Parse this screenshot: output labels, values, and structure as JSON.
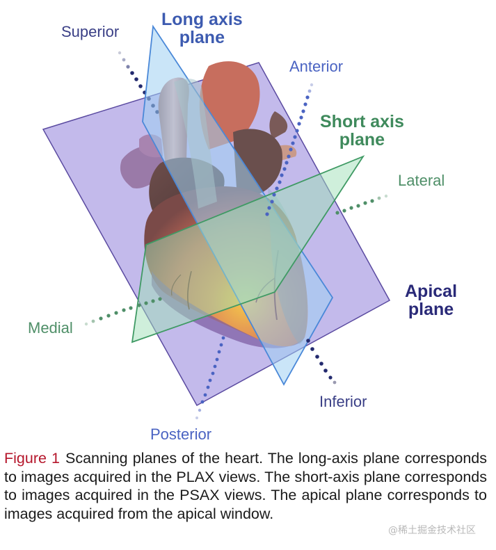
{
  "figure": {
    "labels": {
      "superior": "Superior",
      "anterior": "Anterior",
      "lateral": "Lateral",
      "medial": "Medial",
      "posterior": "Posterior",
      "inferior": "Inferior",
      "long_axis_line1": "Long axis",
      "long_axis_line2": "plane",
      "short_axis_line1": "Short axis",
      "short_axis_line2": "plane",
      "apical_line1": "Apical",
      "apical_line2": "plane"
    },
    "colors": {
      "long_axis": "#3d5bb0",
      "short_axis": "#3f8a5c",
      "apical": "#2a2a78",
      "anterior_posterior": "#4a63c2",
      "medial_lateral": "#4f8f68",
      "superior_inferior": "#232a6e",
      "apical_plane_fill": "#b8aee8",
      "long_axis_plane_fill": "#9fd0f2",
      "short_axis_plane_fill": "#9fe0b8"
    }
  },
  "caption": {
    "figure_number": "Figure 1",
    "text": "Scanning planes of the heart. The long-axis plane corresponds to images acquired in the PLAX views. The short-axis plane corresponds to images acquired in the PSAX views. The apical plane corresponds to images acquired from the apical window."
  },
  "watermark": "@稀土掘金技术社区"
}
